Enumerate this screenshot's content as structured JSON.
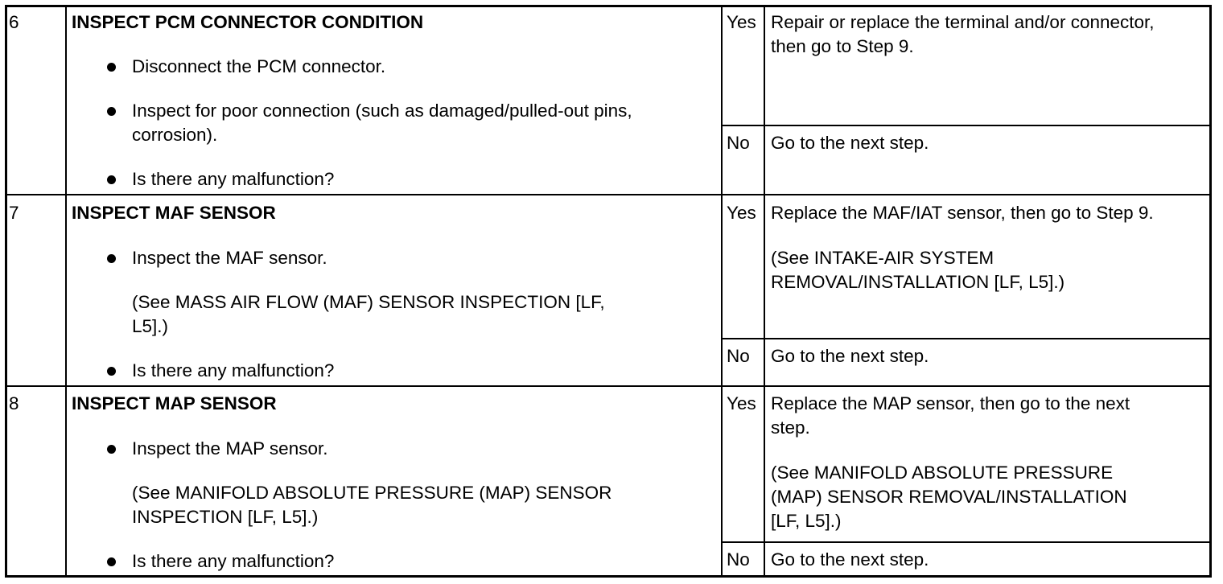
{
  "steps": [
    {
      "number": "6",
      "title": "INSPECT PCM CONNECTOR CONDITION",
      "items": [
        {
          "lines": [
            "Disconnect the PCM connector."
          ]
        },
        {
          "lines": [
            "Inspect for poor connection (such as damaged/pulled-out pins,",
            "corrosion)."
          ]
        },
        {
          "lines": [
            "Is there any malfunction?"
          ]
        }
      ],
      "yes": {
        "label": "Yes",
        "lines": [
          "Repair or replace the terminal and/or connector,",
          "then go to Step 9."
        ]
      },
      "no": {
        "label": "No",
        "lines": [
          "Go to the next step."
        ]
      }
    },
    {
      "number": "7",
      "title": "INSPECT MAF SENSOR",
      "items": [
        {
          "lines": [
            "Inspect the MAF sensor."
          ],
          "ref": [
            "(See MASS AIR FLOW (MAF) SENSOR INSPECTION [LF,",
            "L5].)"
          ]
        },
        {
          "lines": [
            "Is there any malfunction?"
          ]
        }
      ],
      "yes": {
        "label": "Yes",
        "lines": [
          "Replace the MAF/IAT sensor, then go to Step 9."
        ],
        "ref": [
          "(See INTAKE-AIR SYSTEM",
          "REMOVAL/INSTALLATION [LF, L5].)"
        ]
      },
      "no": {
        "label": "No",
        "lines": [
          "Go to the next step."
        ]
      }
    },
    {
      "number": "8",
      "title": "INSPECT MAP SENSOR",
      "items": [
        {
          "lines": [
            "Inspect the MAP sensor."
          ],
          "ref": [
            "(See MANIFOLD ABSOLUTE PRESSURE (MAP) SENSOR",
            "INSPECTION [LF, L5].)"
          ]
        },
        {
          "lines": [
            "Is there any malfunction?"
          ]
        }
      ],
      "yes": {
        "label": "Yes",
        "lines": [
          "Replace the MAP sensor, then go to the next",
          "step."
        ],
        "ref": [
          "(See MANIFOLD ABSOLUTE PRESSURE",
          "(MAP) SENSOR REMOVAL/INSTALLATION",
          "[LF, L5].)"
        ]
      },
      "no": {
        "label": "No",
        "lines": [
          "Go to the next step."
        ]
      }
    }
  ]
}
